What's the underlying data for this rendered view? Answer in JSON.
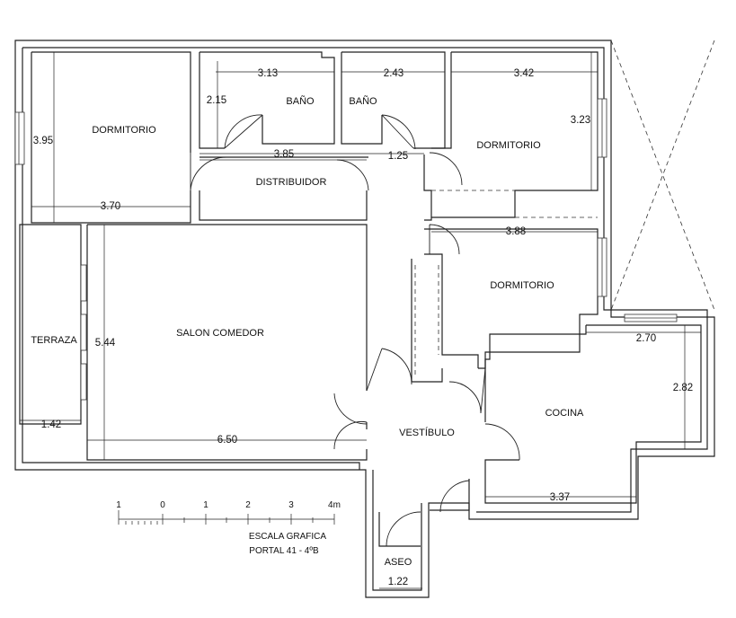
{
  "rooms": {
    "dormitorio_1": "DORMITORIO",
    "bano_1": "BAÑO",
    "bano_2": "BAÑO",
    "dormitorio_2": "DORMITORIO",
    "distribuidor": "DISTRIBUIDOR",
    "dormitorio_3": "DORMITORIO",
    "terraza": "TERRAZA",
    "salon_comedor": "SALON COMEDOR",
    "vestibulo": "VESTÍBULO",
    "cocina": "COCINA",
    "aseo": "ASEO"
  },
  "dimensions": {
    "dorm1_height": "3.95",
    "dorm1_width": "3.70",
    "bano1_width": "3.13",
    "bano1_height": "2.15",
    "bano2_width": "2.43",
    "dorm2_width": "3.42",
    "dorm2_height": "3.23",
    "distrib_width": "3.85",
    "distrib_gap": "1.25",
    "dorm3_width": "3.88",
    "salon_height": "5.44",
    "salon_width": "6.50",
    "terraza_width": "1.42",
    "cocina_width_top": "2.70",
    "cocina_height": "2.82",
    "cocina_width_bottom": "3.37",
    "aseo_width": "1.22"
  },
  "scale": {
    "ticks": [
      "1",
      "0",
      "1",
      "2",
      "3",
      "4m"
    ],
    "title": "ESCALA GRAFICA",
    "subtitle": "PORTAL 41 - 4ºB"
  }
}
